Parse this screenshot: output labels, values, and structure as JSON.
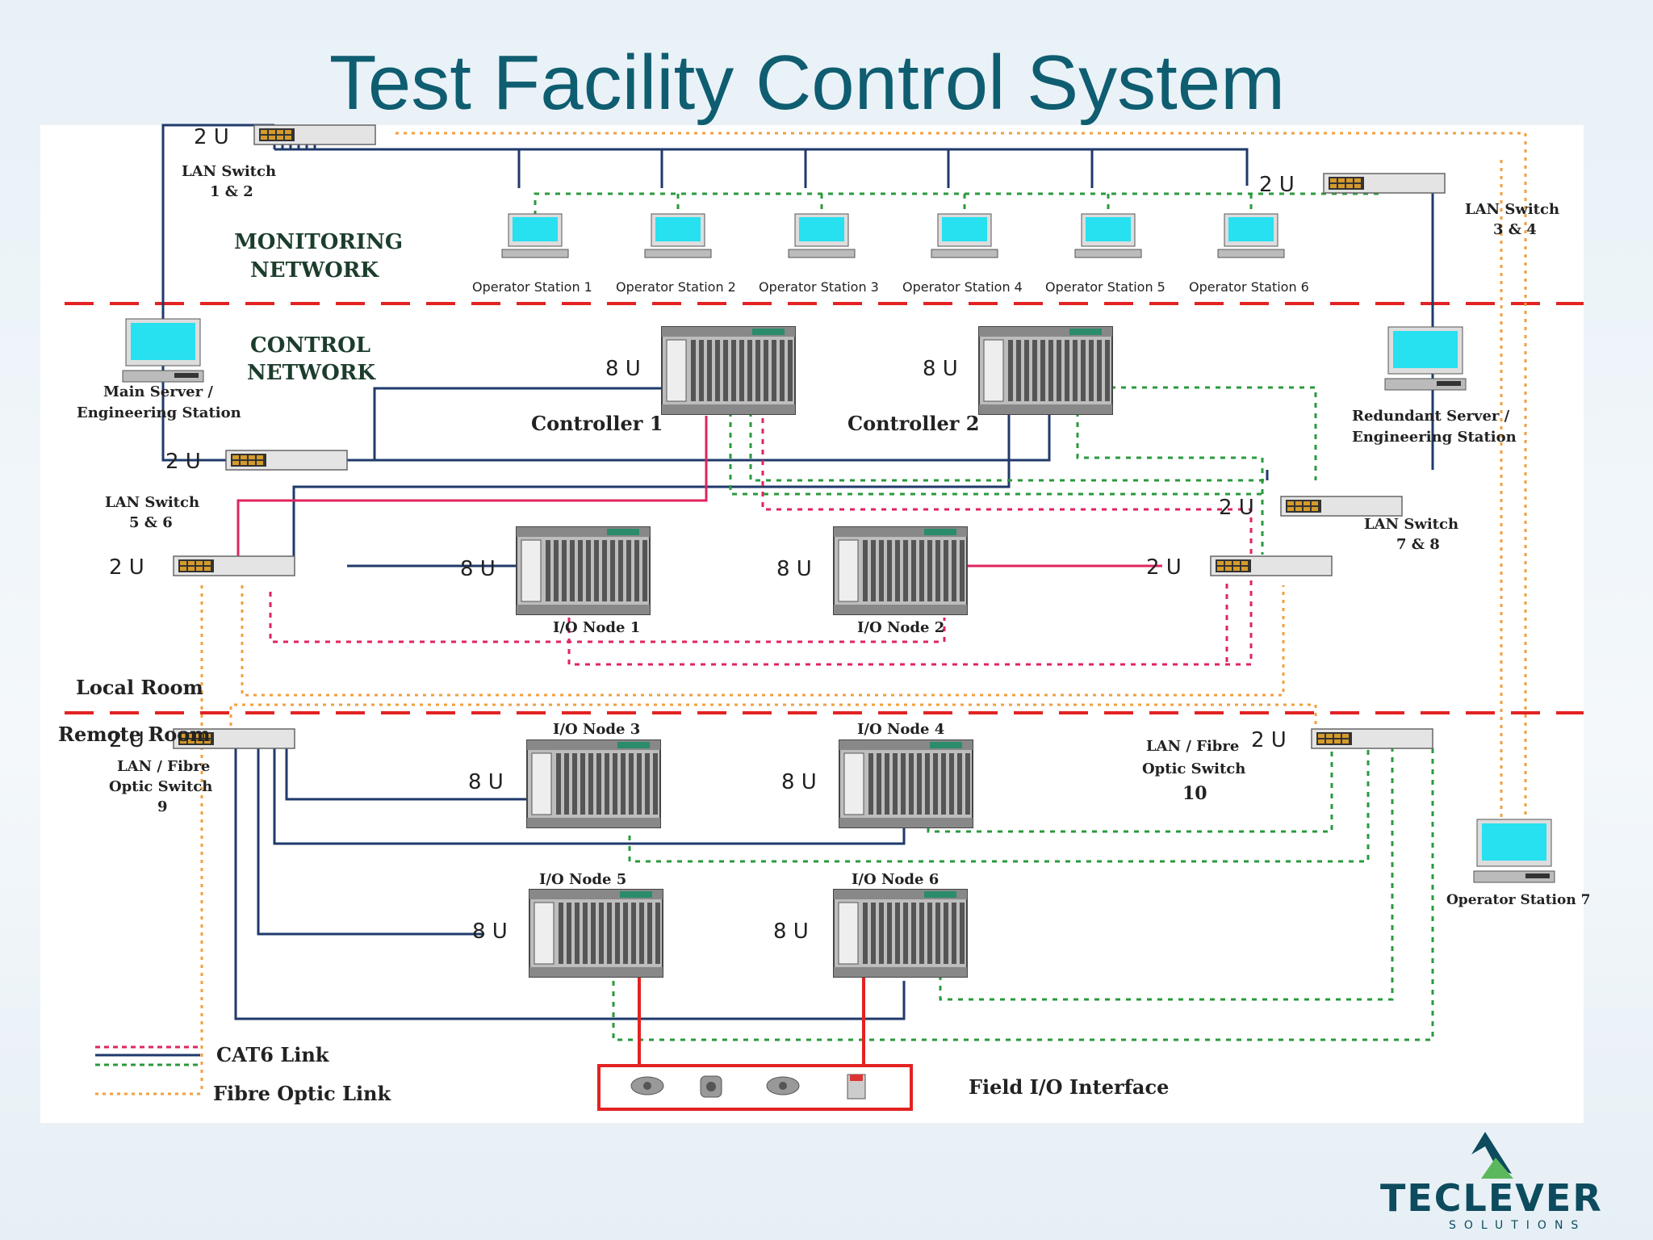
{
  "title": "Test Facility Control System",
  "zones": {
    "monitoring": [
      "MONITORING",
      "NETWORK"
    ],
    "control": [
      "CONTROL",
      "NETWORK"
    ],
    "local_room": "Local Room",
    "remote_room": "Remote Room"
  },
  "switches": {
    "sw12": {
      "u": "2 U",
      "name": [
        "LAN Switch",
        "1 & 2"
      ]
    },
    "sw34": {
      "u": "2 U",
      "name": [
        "LAN Switch",
        "3 & 4"
      ]
    },
    "sw56": {
      "u": "2 U",
      "name": [
        "LAN Switch",
        "5 & 6"
      ]
    },
    "sw56b": {
      "u": "2 U"
    },
    "sw78": {
      "u": "2 U",
      "name": [
        "LAN Switch",
        "7 & 8"
      ]
    },
    "sw78b": {
      "u": "2 U"
    },
    "sw9": {
      "u": "2 U",
      "name": [
        "LAN / Fibre",
        "Optic Switch",
        "9"
      ]
    },
    "sw10": {
      "u": "2 U",
      "name": [
        "LAN / Fibre",
        "Optic Switch",
        "10"
      ]
    }
  },
  "operator_stations": [
    "Operator Station 1",
    "Operator Station 2",
    "Operator Station 3",
    "Operator Station 4",
    "Operator Station 5",
    "Operator Station 6"
  ],
  "operator_station_7": "Operator Station 7",
  "servers": {
    "main": [
      "Main Server /",
      "Engineering Station"
    ],
    "redundant": [
      "Redundant Server /",
      "Engineering Station"
    ]
  },
  "racks": {
    "ctrl1": {
      "u": "8 U",
      "name": "Controller 1"
    },
    "ctrl2": {
      "u": "8 U",
      "name": "Controller 2"
    },
    "io1": {
      "u": "8 U",
      "name": "I/O Node 1"
    },
    "io2": {
      "u": "8 U",
      "name": "I/O Node 2"
    },
    "io3": {
      "u": "8 U",
      "name": "I/O Node 3"
    },
    "io4": {
      "u": "8 U",
      "name": "I/O Node 4"
    },
    "io5": {
      "u": "8 U",
      "name": "I/O Node 5"
    },
    "io6": {
      "u": "8 U",
      "name": "I/O Node 6"
    }
  },
  "legend": {
    "cat6": "CAT6 Link",
    "fibre": "Fibre Optic Link"
  },
  "field_io": "Field I/O Interface",
  "logo": {
    "name": "TECLEVER",
    "sub": "SOLUTIONS"
  },
  "colors": {
    "navy": "#1f3a6b",
    "pink": "#e0245e",
    "green": "#2a9a3c",
    "orange": "#f0a040",
    "red": "#e32222",
    "title": "#0f5d70"
  }
}
